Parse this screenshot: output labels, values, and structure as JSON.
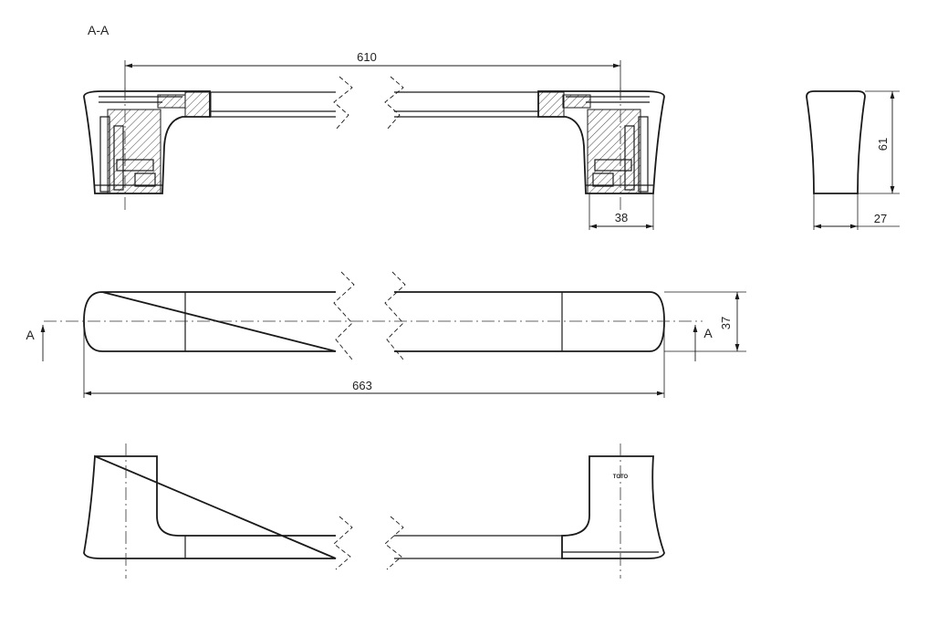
{
  "section_label": "A-A",
  "dimensions": {
    "center_distance": "610",
    "post_width_side": "38",
    "side_height": "61",
    "side_base": "27",
    "bar_depth": "37",
    "overall_length": "663"
  },
  "section_markers": {
    "left": "A",
    "right": "A"
  },
  "logo_text": "TOTO"
}
